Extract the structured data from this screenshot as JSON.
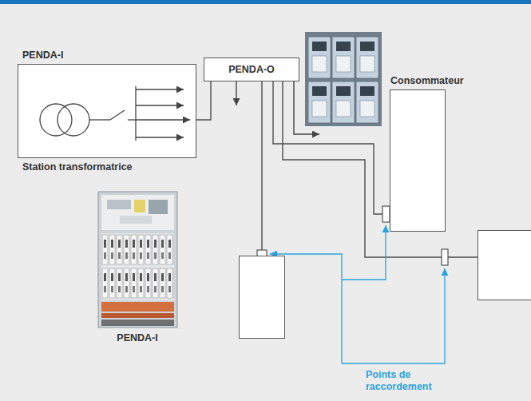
{
  "diagram": {
    "nodes": [
      {
        "text": [
          "PENDA-I",
          "Station transformatrice"
        ]
      },
      {
        "text": [
          "PENDA-O"
        ]
      },
      {
        "text": [
          "Consommateur"
        ]
      },
      {
        "text": []
      },
      {
        "text": []
      }
    ],
    "edges": [
      {
        "from": 0,
        "to": 1,
        "arrow": "none"
      },
      {
        "from": 1,
        "to": 3,
        "arrow": "none"
      },
      {
        "from": 1,
        "to": 2,
        "arrow": "none"
      },
      {
        "from": 1,
        "to": 4,
        "arrow": "none"
      }
    ],
    "labels": [
      "PENDA-I",
      "Points de raccordement"
    ]
  }
}
